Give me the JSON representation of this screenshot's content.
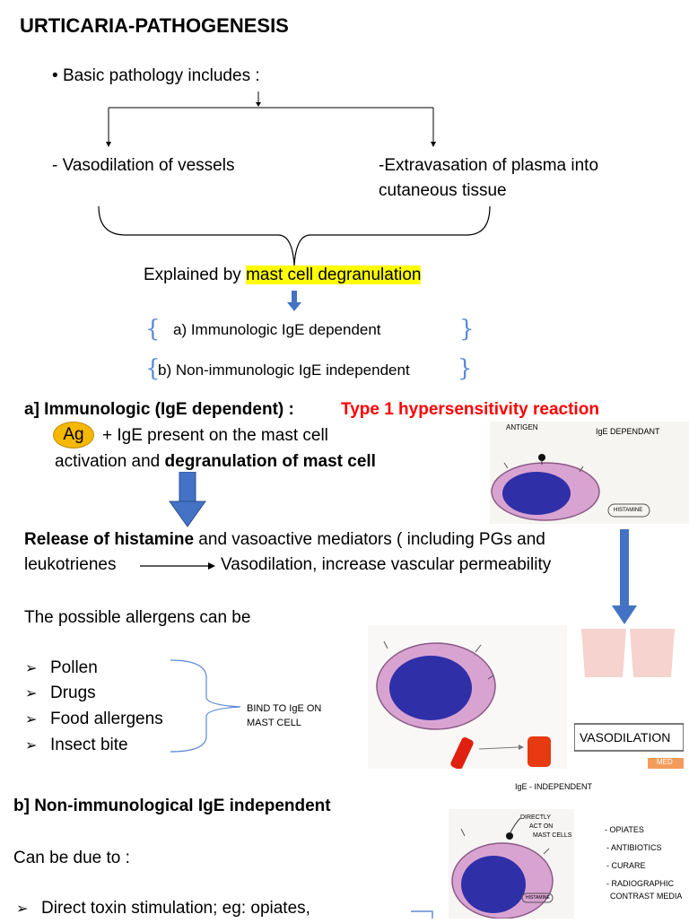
{
  "title": "URTICARIA-PATHOGENESIS",
  "basic": "Basic pathology includes :",
  "branch_left": "- Vasodilation of vessels",
  "branch_right_1": "-Extravasation of plasma into",
  "branch_right_2": "cutaneous tissue",
  "explained_prefix": "Explained by ",
  "explained_highlight": "mast cell degranulation",
  "option_a": "a) Immunologic IgE dependent",
  "option_b": "b) Non-immunologic IgE independent",
  "section_a_heading": "a] Immunologic (IgE dependent) :",
  "section_a_type": "Type 1 hypersensitivity reaction",
  "ag_label": "Ag",
  "ag_line": "+ IgE present on the mast cell",
  "activation_prefix": "activation and ",
  "activation_bold": "degranulation of mast cell",
  "release_bold": "Release of histamine",
  "release_rest": " and vasoactive mediators ( including PGs and",
  "leuko": "leukotrienes",
  "vaso_effect": "Vasodilation, increase vascular permeability",
  "allergens_intro": "The possible allergens can be",
  "allergens": [
    "Pollen",
    "Drugs",
    "Food allergens",
    "Insect bite"
  ],
  "bind_label_1": "BIND TO IgE ON",
  "bind_label_2": "MAST CELL",
  "section_b_heading": "b] Non-immunological IgE independent",
  "can_be": "Can be due to :",
  "direct_toxin": "Direct toxin stimulation; eg: opiates,",
  "img1": {
    "antigen": "ANTIGEN",
    "ige_dep": "IgE  DEPENDANT",
    "histamine": "HISTAMINE"
  },
  "img2": {
    "vasodilation": "VASODILATION",
    "logo": "MED"
  },
  "img3": {
    "ige_indep": "IgE - INDEPENDENT",
    "direct_note_1": "DIRECTLY",
    "direct_note_2": "ACT ON",
    "direct_note_3": "MAST CELLS",
    "histamine": "HISTAMINE",
    "list": [
      "- OPIATES",
      "- ANTIBIOTICS",
      "- CURARE",
      "- RADIOGRAPHIC",
      "CONTRAST MEDIA"
    ]
  },
  "colors": {
    "arrow_blue": "#4472c4",
    "highlight": "#ffff00",
    "ag_fill": "#f5b800",
    "red_text": "#ff0000"
  }
}
